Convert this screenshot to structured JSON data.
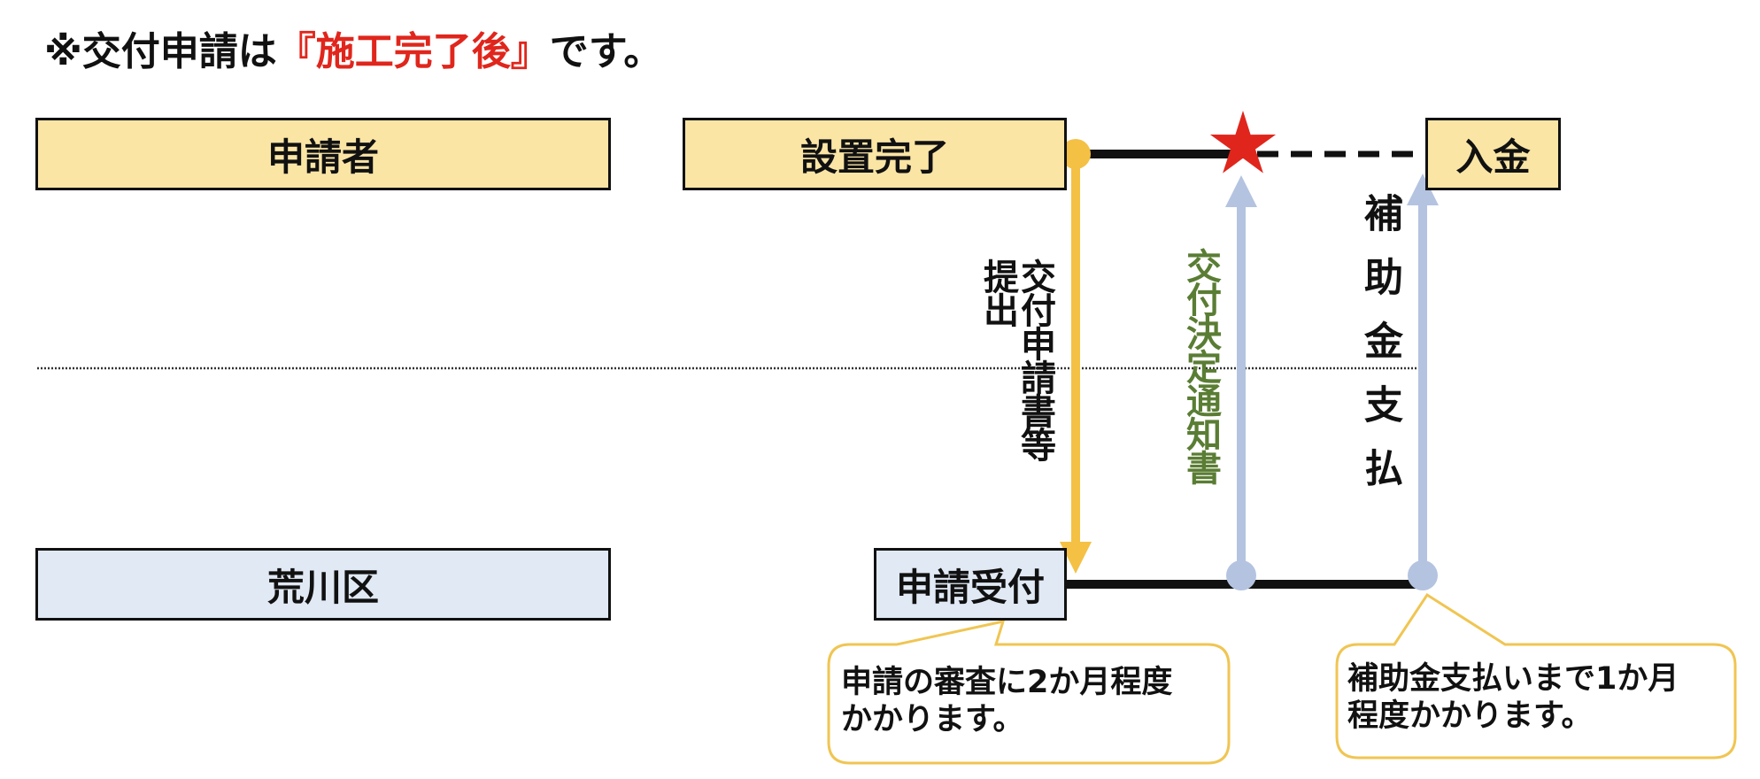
{
  "title": {
    "prefix": "※交付申請は",
    "highlight": "『施工完了後』",
    "suffix": "です。"
  },
  "boxes": {
    "applicant": "申請者",
    "install_complete": "設置完了",
    "payment": "入金",
    "ward": "荒川区",
    "accept": "申請受付"
  },
  "arrows": {
    "submit_label": "交付申請書等提出",
    "submit_col1": "交付申請書等",
    "submit_col2": "提出",
    "decision_label": "交付決定通知書",
    "pay_label": "補助金支払"
  },
  "callouts": {
    "review": {
      "line1": "申請の審査に2か月程度",
      "line2": "かかります。"
    },
    "pay": {
      "line1": "補助金支払いまで1か月",
      "line2": "程度かかります。"
    }
  },
  "colors": {
    "yellow_fill": "#fae5a5",
    "blue_fill": "#e0e9f4",
    "accent_red": "#e0261c",
    "arrow_yellow": "#f4c144",
    "arrow_blue": "#b4c3e0",
    "text_green": "#5a7d34",
    "callout_border": "#f0c552"
  },
  "icons": {
    "milestone": "red-star-icon"
  }
}
